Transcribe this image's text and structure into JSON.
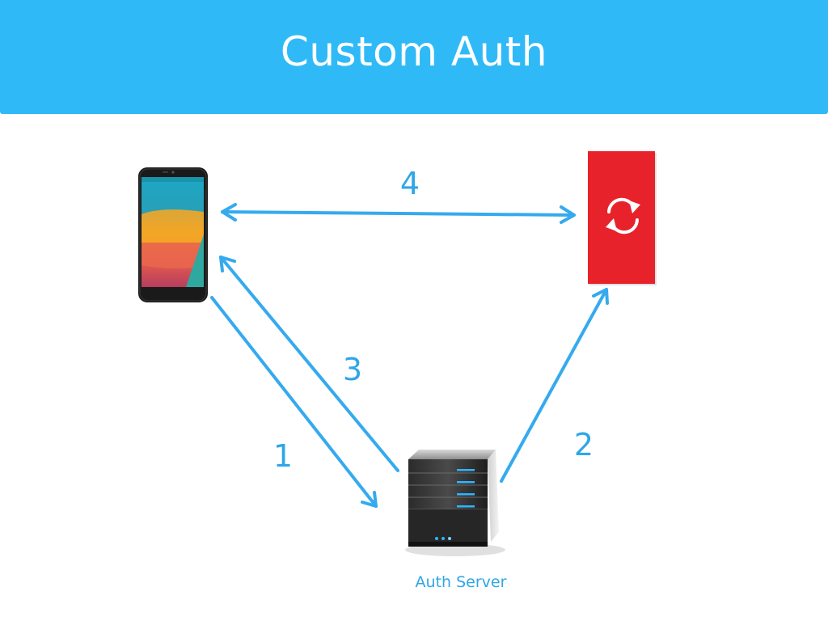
{
  "title": "Custom Auth",
  "colors": {
    "header": "#2fbaf7",
    "arrow": "#35aaee",
    "label": "#2fa6e8",
    "sync_box": "#e8222a"
  },
  "nodes": {
    "phone": {
      "icon": "smartphone-icon"
    },
    "sync": {
      "icon": "sync-icon"
    },
    "server": {
      "icon": "server-icon",
      "label": "Auth Server"
    }
  },
  "steps": [
    "1",
    "2",
    "3",
    "4"
  ]
}
